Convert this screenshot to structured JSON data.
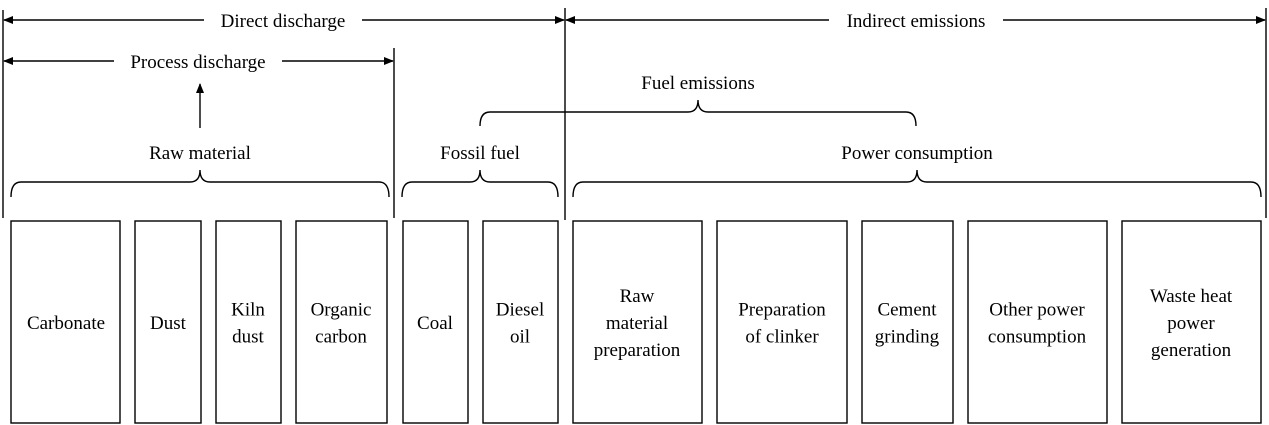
{
  "spans": {
    "direct_discharge": "Direct discharge",
    "indirect_emissions": "Indirect emissions",
    "process_discharge": "Process discharge",
    "fuel_emissions": "Fuel emissions"
  },
  "groups": {
    "raw_material": "Raw material",
    "fossil_fuel": "Fossil fuel",
    "power_consumption": "Power consumption"
  },
  "boxes": [
    {
      "lines": [
        "Carbonate"
      ]
    },
    {
      "lines": [
        "Dust"
      ]
    },
    {
      "lines": [
        "Kiln",
        "dust"
      ]
    },
    {
      "lines": [
        "Organic",
        "carbon"
      ]
    },
    {
      "lines": [
        "Coal"
      ]
    },
    {
      "lines": [
        "Diesel",
        "oil"
      ]
    },
    {
      "lines": [
        "Raw",
        "material",
        "preparation"
      ]
    },
    {
      "lines": [
        "Preparation",
        "of clinker"
      ]
    },
    {
      "lines": [
        "Cement",
        "grinding"
      ]
    },
    {
      "lines": [
        "Other power",
        "consumption"
      ]
    },
    {
      "lines": [
        "Waste heat",
        "power",
        "generation"
      ]
    }
  ]
}
